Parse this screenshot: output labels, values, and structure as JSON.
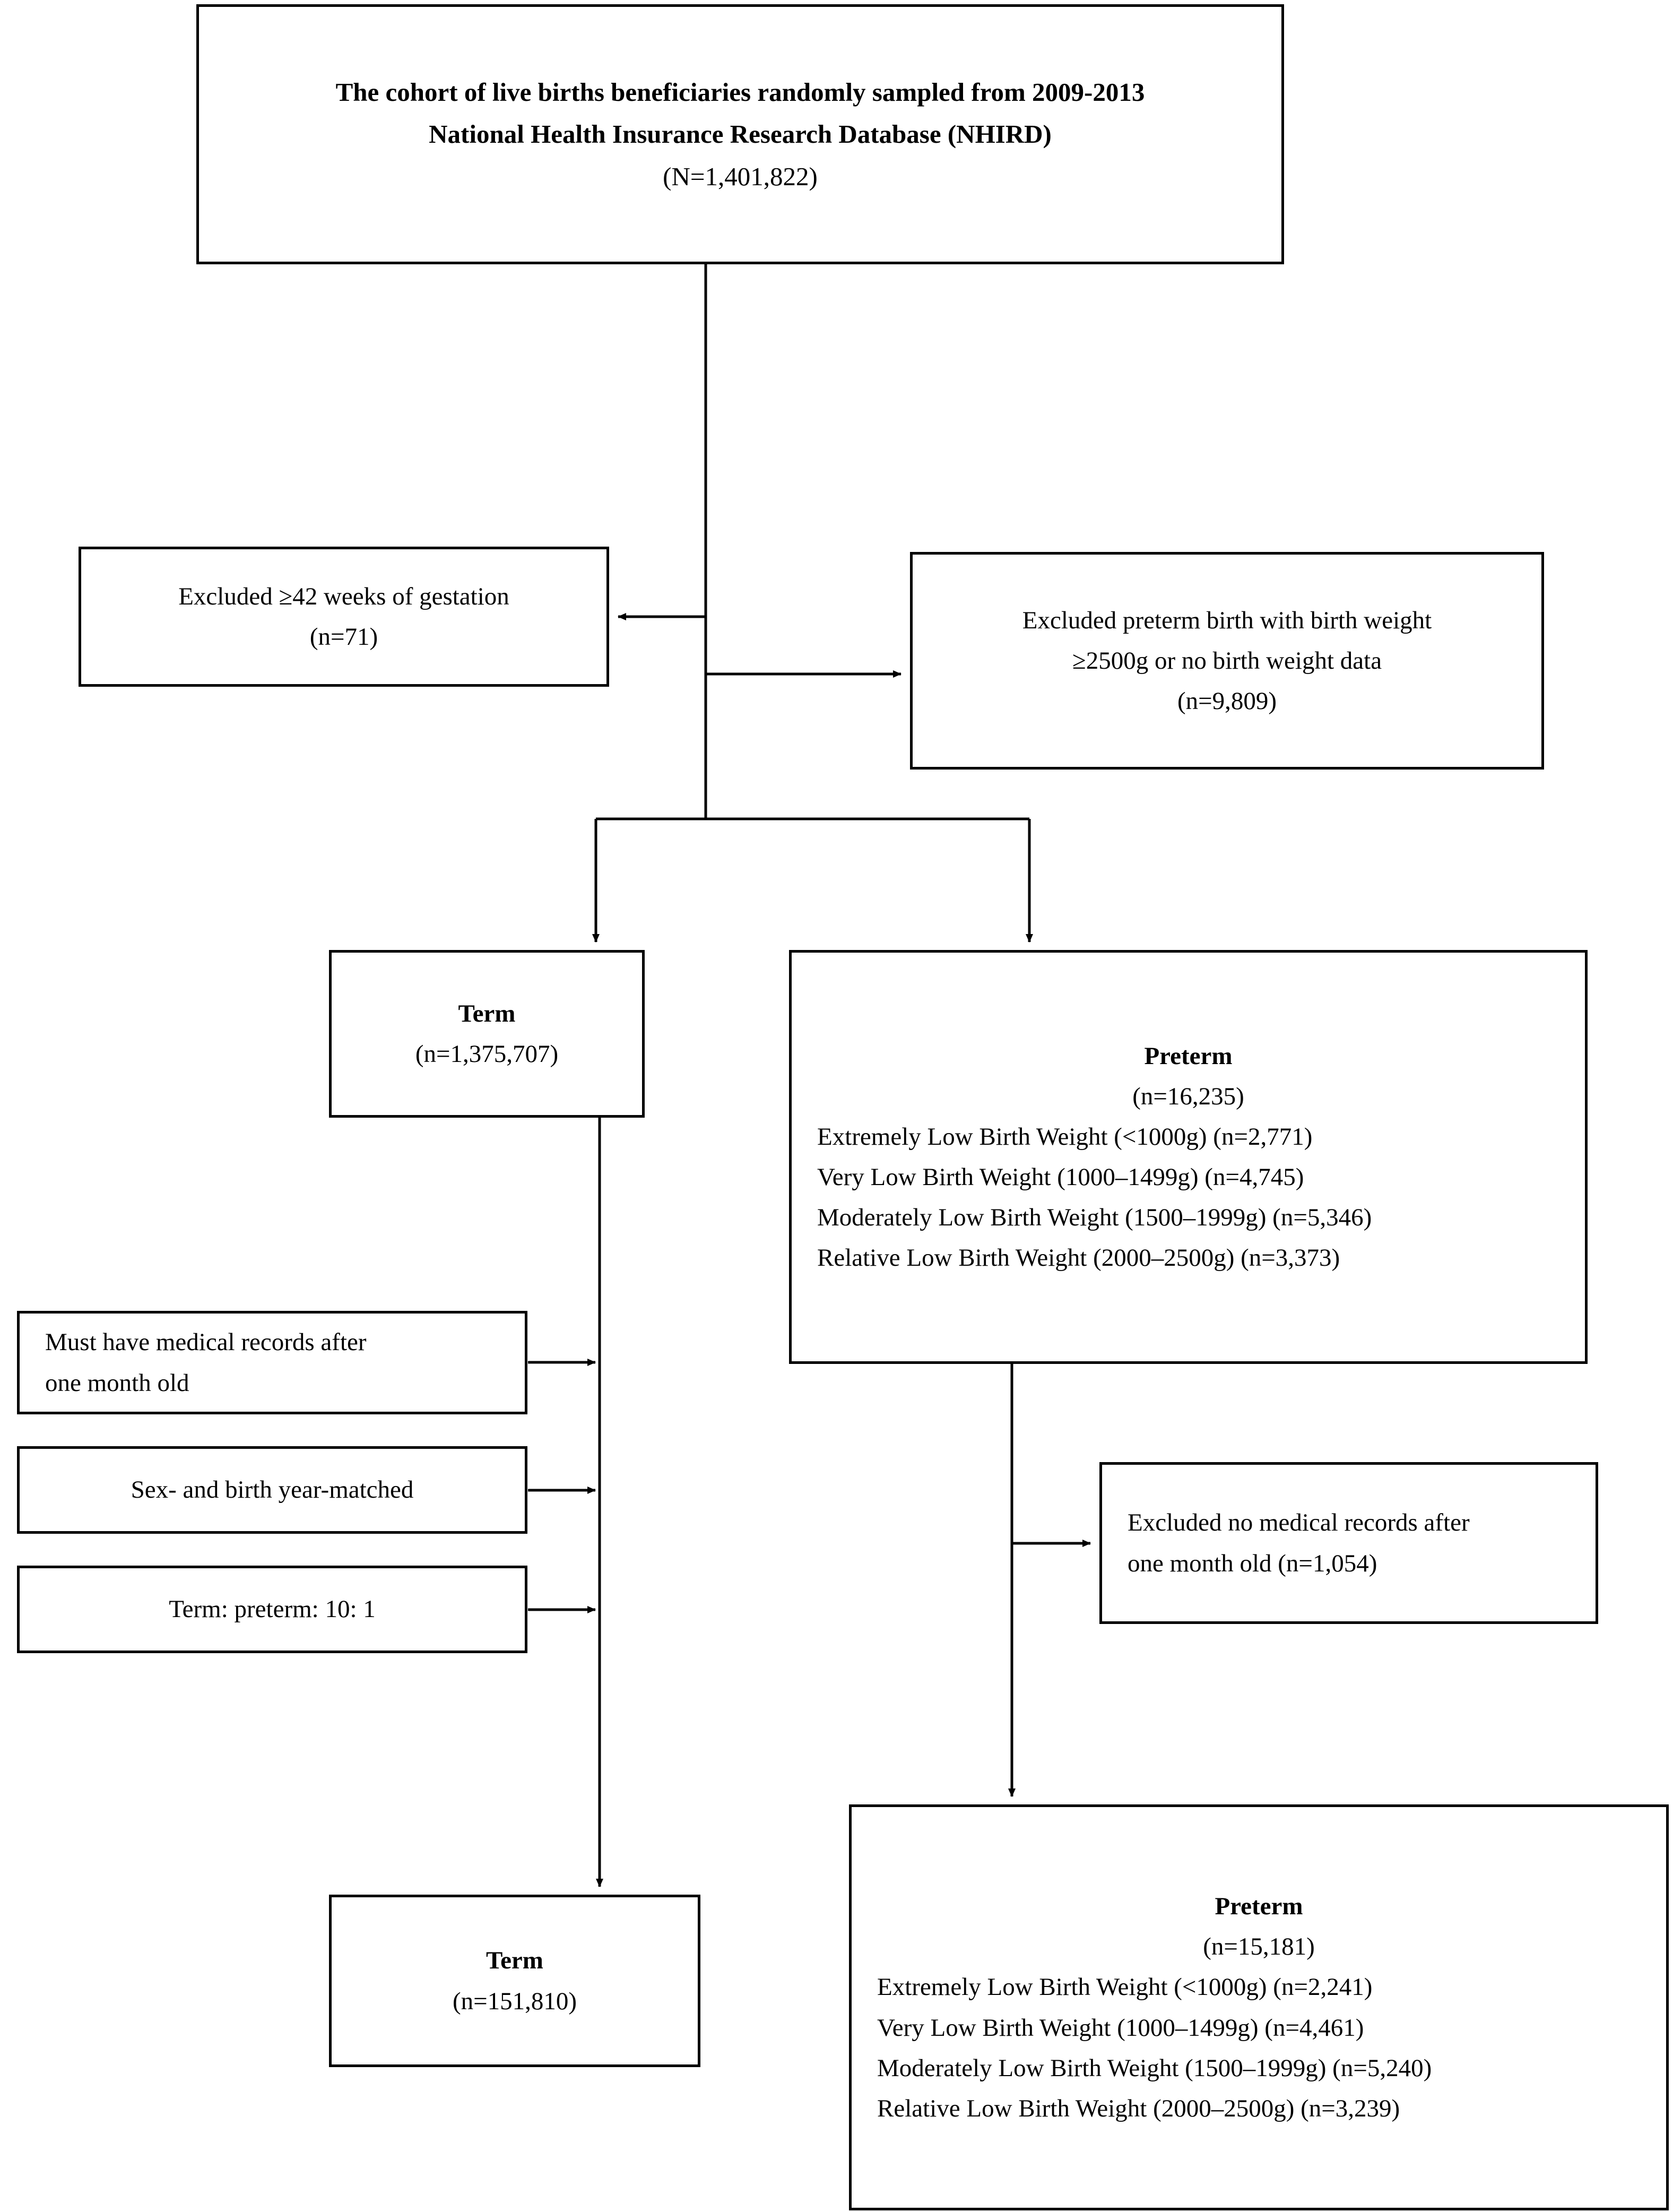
{
  "diagram": {
    "title": "Study cohort selection flowchart",
    "line_color": "#000000",
    "background": "#ffffff"
  },
  "nodes": {
    "cohort": {
      "lines": [
        "The cohort of live births beneficiaries randomly sampled from 2009-2013",
        "National Health Insurance Research Database (NHIRD)",
        "(N=1,401,822)"
      ]
    },
    "excluded_gestation": {
      "lines": [
        "Excluded ≥42 weeks of gestation",
        "(n=71)"
      ]
    },
    "excluded_preterm_weight": {
      "lines": [
        "Excluded preterm birth with birth weight",
        "≥2500g or no birth weight data",
        "(n=9,809)"
      ]
    },
    "term_initial": {
      "lines": [
        "Term",
        "(n=1,375,707)"
      ]
    },
    "preterm_initial": {
      "lines": [
        "Preterm",
        "(n=16,235)",
        "Extremely Low Birth Weight (<1000g) (n=2,771)",
        "Very Low Birth Weight (1000–1499g) (n=4,745)",
        "Moderately Low Birth Weight (1500–1999g) (n=5,346)",
        "Relative Low Birth Weight (2000–2500g) (n=3,373)"
      ]
    },
    "criterion_records": {
      "lines": [
        "Must have medical records after",
        "one month old"
      ]
    },
    "criterion_matched": {
      "lines": [
        "Sex- and birth year-matched"
      ]
    },
    "criterion_ratio": {
      "lines": [
        "Term: preterm: 10: 1"
      ]
    },
    "excluded_no_records": {
      "lines": [
        "Excluded no medical records after",
        "one month old (n=1,054)"
      ]
    },
    "term_final": {
      "lines": [
        "Term",
        "(n=151,810)"
      ]
    },
    "preterm_final": {
      "lines": [
        "Preterm",
        "(n=15,181)",
        "Extremely Low Birth Weight (<1000g) (n=2,241)",
        "Very Low Birth Weight (1000–1499g) (n=4,461)",
        "Moderately Low Birth Weight (1500–1999g) (n=5,240)",
        "Relative Low Birth Weight (2000–2500g) (n=3,239)"
      ]
    }
  }
}
